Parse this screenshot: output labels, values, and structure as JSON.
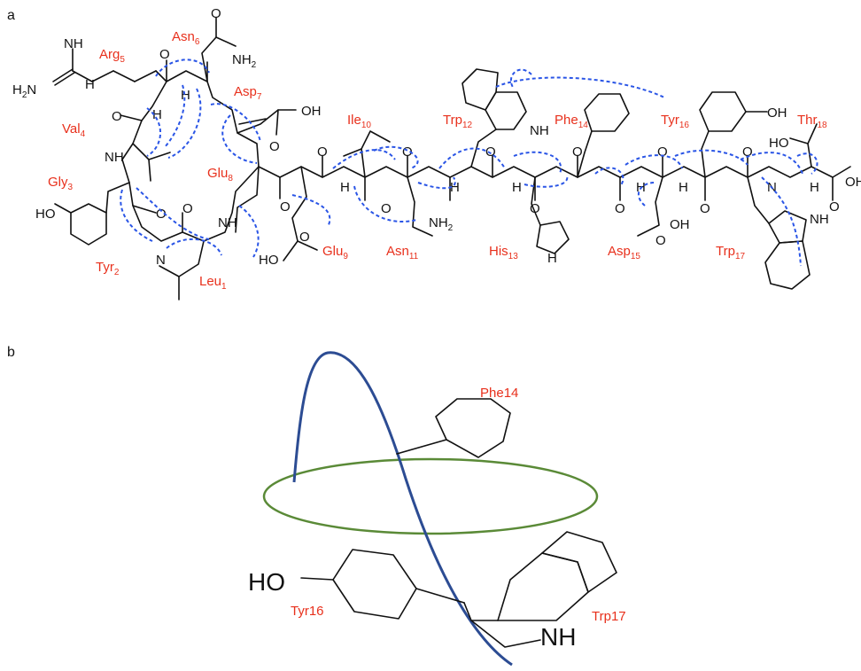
{
  "panels": {
    "a": "a",
    "b": "b"
  },
  "residues": [
    {
      "name": "Leu",
      "num": "1"
    },
    {
      "name": "Tyr",
      "num": "2"
    },
    {
      "name": "Gly",
      "num": "3"
    },
    {
      "name": "Val",
      "num": "4"
    },
    {
      "name": "Arg",
      "num": "5"
    },
    {
      "name": "Asn",
      "num": "6"
    },
    {
      "name": "Asp",
      "num": "7"
    },
    {
      "name": "Glu",
      "num": "8"
    },
    {
      "name": "Glu",
      "num": "9"
    },
    {
      "name": "Ile",
      "num": "10"
    },
    {
      "name": "Asn",
      "num": "11"
    },
    {
      "name": "Trp",
      "num": "12"
    },
    {
      "name": "His",
      "num": "13"
    },
    {
      "name": "Phe",
      "num": "14"
    },
    {
      "name": "Asp",
      "num": "15"
    },
    {
      "name": "Tyr",
      "num": "16"
    },
    {
      "name": "Trp",
      "num": "17"
    },
    {
      "name": "Thr",
      "num": "18"
    }
  ],
  "atoms": {
    "nh": "NH",
    "nh2": "NH",
    "h2n": "H",
    "oh": "OH",
    "ho": "HO",
    "n": "N",
    "h": "H",
    "o": "O",
    "sub2": "2"
  },
  "panel_b": {
    "phe": "Phe14",
    "tyr": "Tyr16",
    "trp": "Trp17",
    "ho": "HO",
    "nh": "NH"
  },
  "colors": {
    "label": "#e8301c",
    "noe": "#2a55e6",
    "loop": "#2c4c93",
    "ring": "#5a8a37",
    "bond": "#111111"
  }
}
